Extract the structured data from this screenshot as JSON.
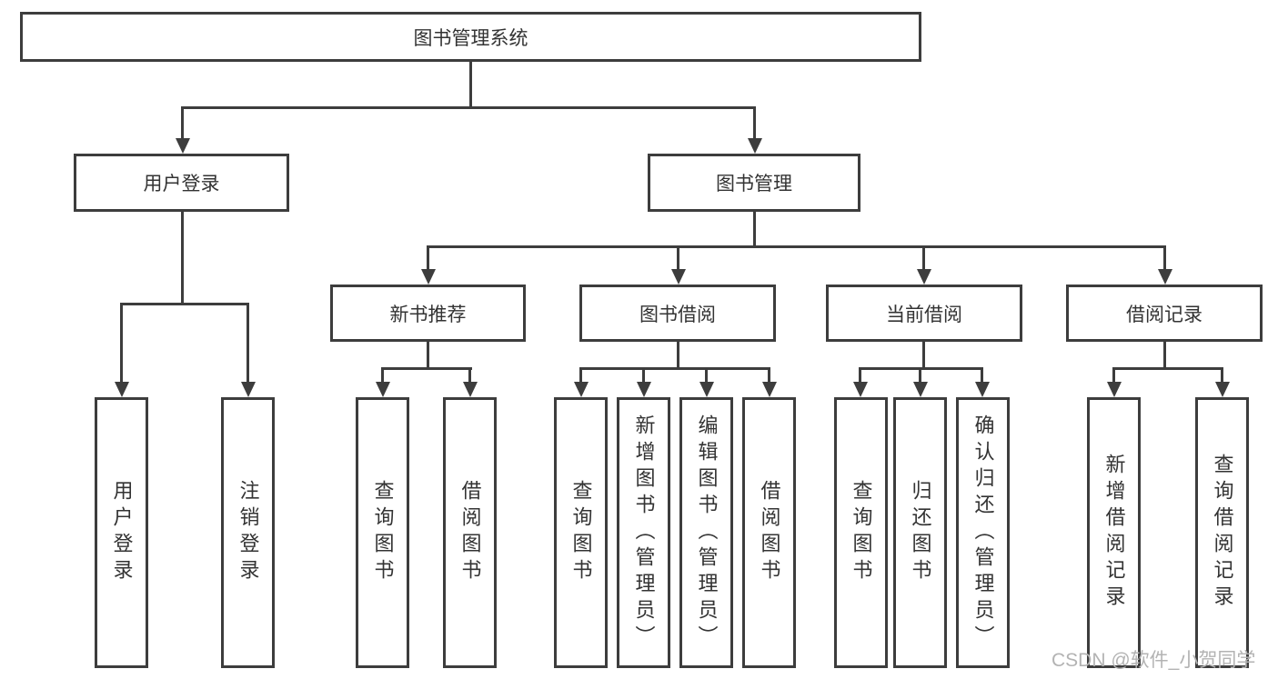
{
  "diagram": {
    "root": "图书管理系统",
    "level2": {
      "user_login": "用户登录",
      "book_mgmt": "图书管理"
    },
    "level3": {
      "new_books": "新书推荐",
      "book_borrow": "图书借阅",
      "current_borrow": "当前借阅",
      "borrow_records": "借阅记录"
    },
    "leaves": {
      "user_login": [
        "用户登录",
        "注销登录"
      ],
      "new_books": [
        "查询图书",
        "借阅图书"
      ],
      "book_borrow": [
        "查询图书",
        "新增图书（管理员）",
        "编辑图书（管理员）",
        "借阅图书"
      ],
      "current_borrow": [
        "查询图书",
        "归还图书",
        "确认归还（管理员）"
      ],
      "borrow_records": [
        "新增借阅记录",
        "查询借阅记录"
      ]
    }
  },
  "watermark": "CSDN @软件_小贺同学",
  "colors": {
    "line": "#3d3d3d",
    "text": "#333333",
    "watermark": "#b3b3b3",
    "background": "#ffffff"
  }
}
